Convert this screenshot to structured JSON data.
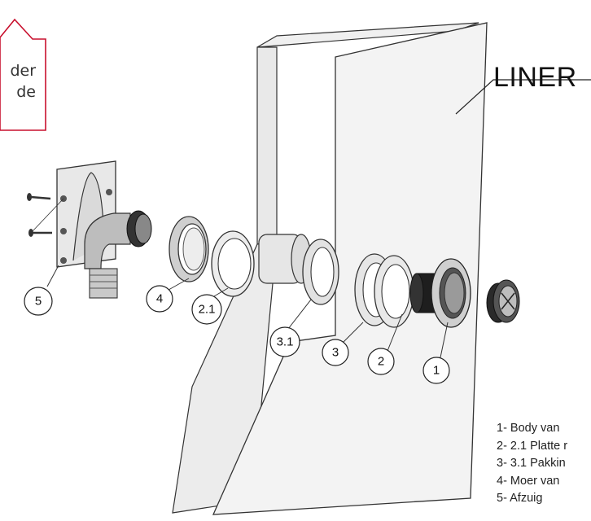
{
  "callout": {
    "line1": "der",
    "line2": "de"
  },
  "liner_title": "LINER",
  "part_numbers": [
    "1",
    "2",
    "3",
    "3.1",
    "2.1",
    "4",
    "5"
  ],
  "legend": [
    "1- Body van",
    "2- 2.1 Platte r",
    "3- 3.1 Pakkin",
    "4- Moer van",
    "5- Afzuig"
  ],
  "colors": {
    "callout_border": "#c8102e",
    "panel_fill": "#f2f2f2",
    "outline": "#333333"
  }
}
